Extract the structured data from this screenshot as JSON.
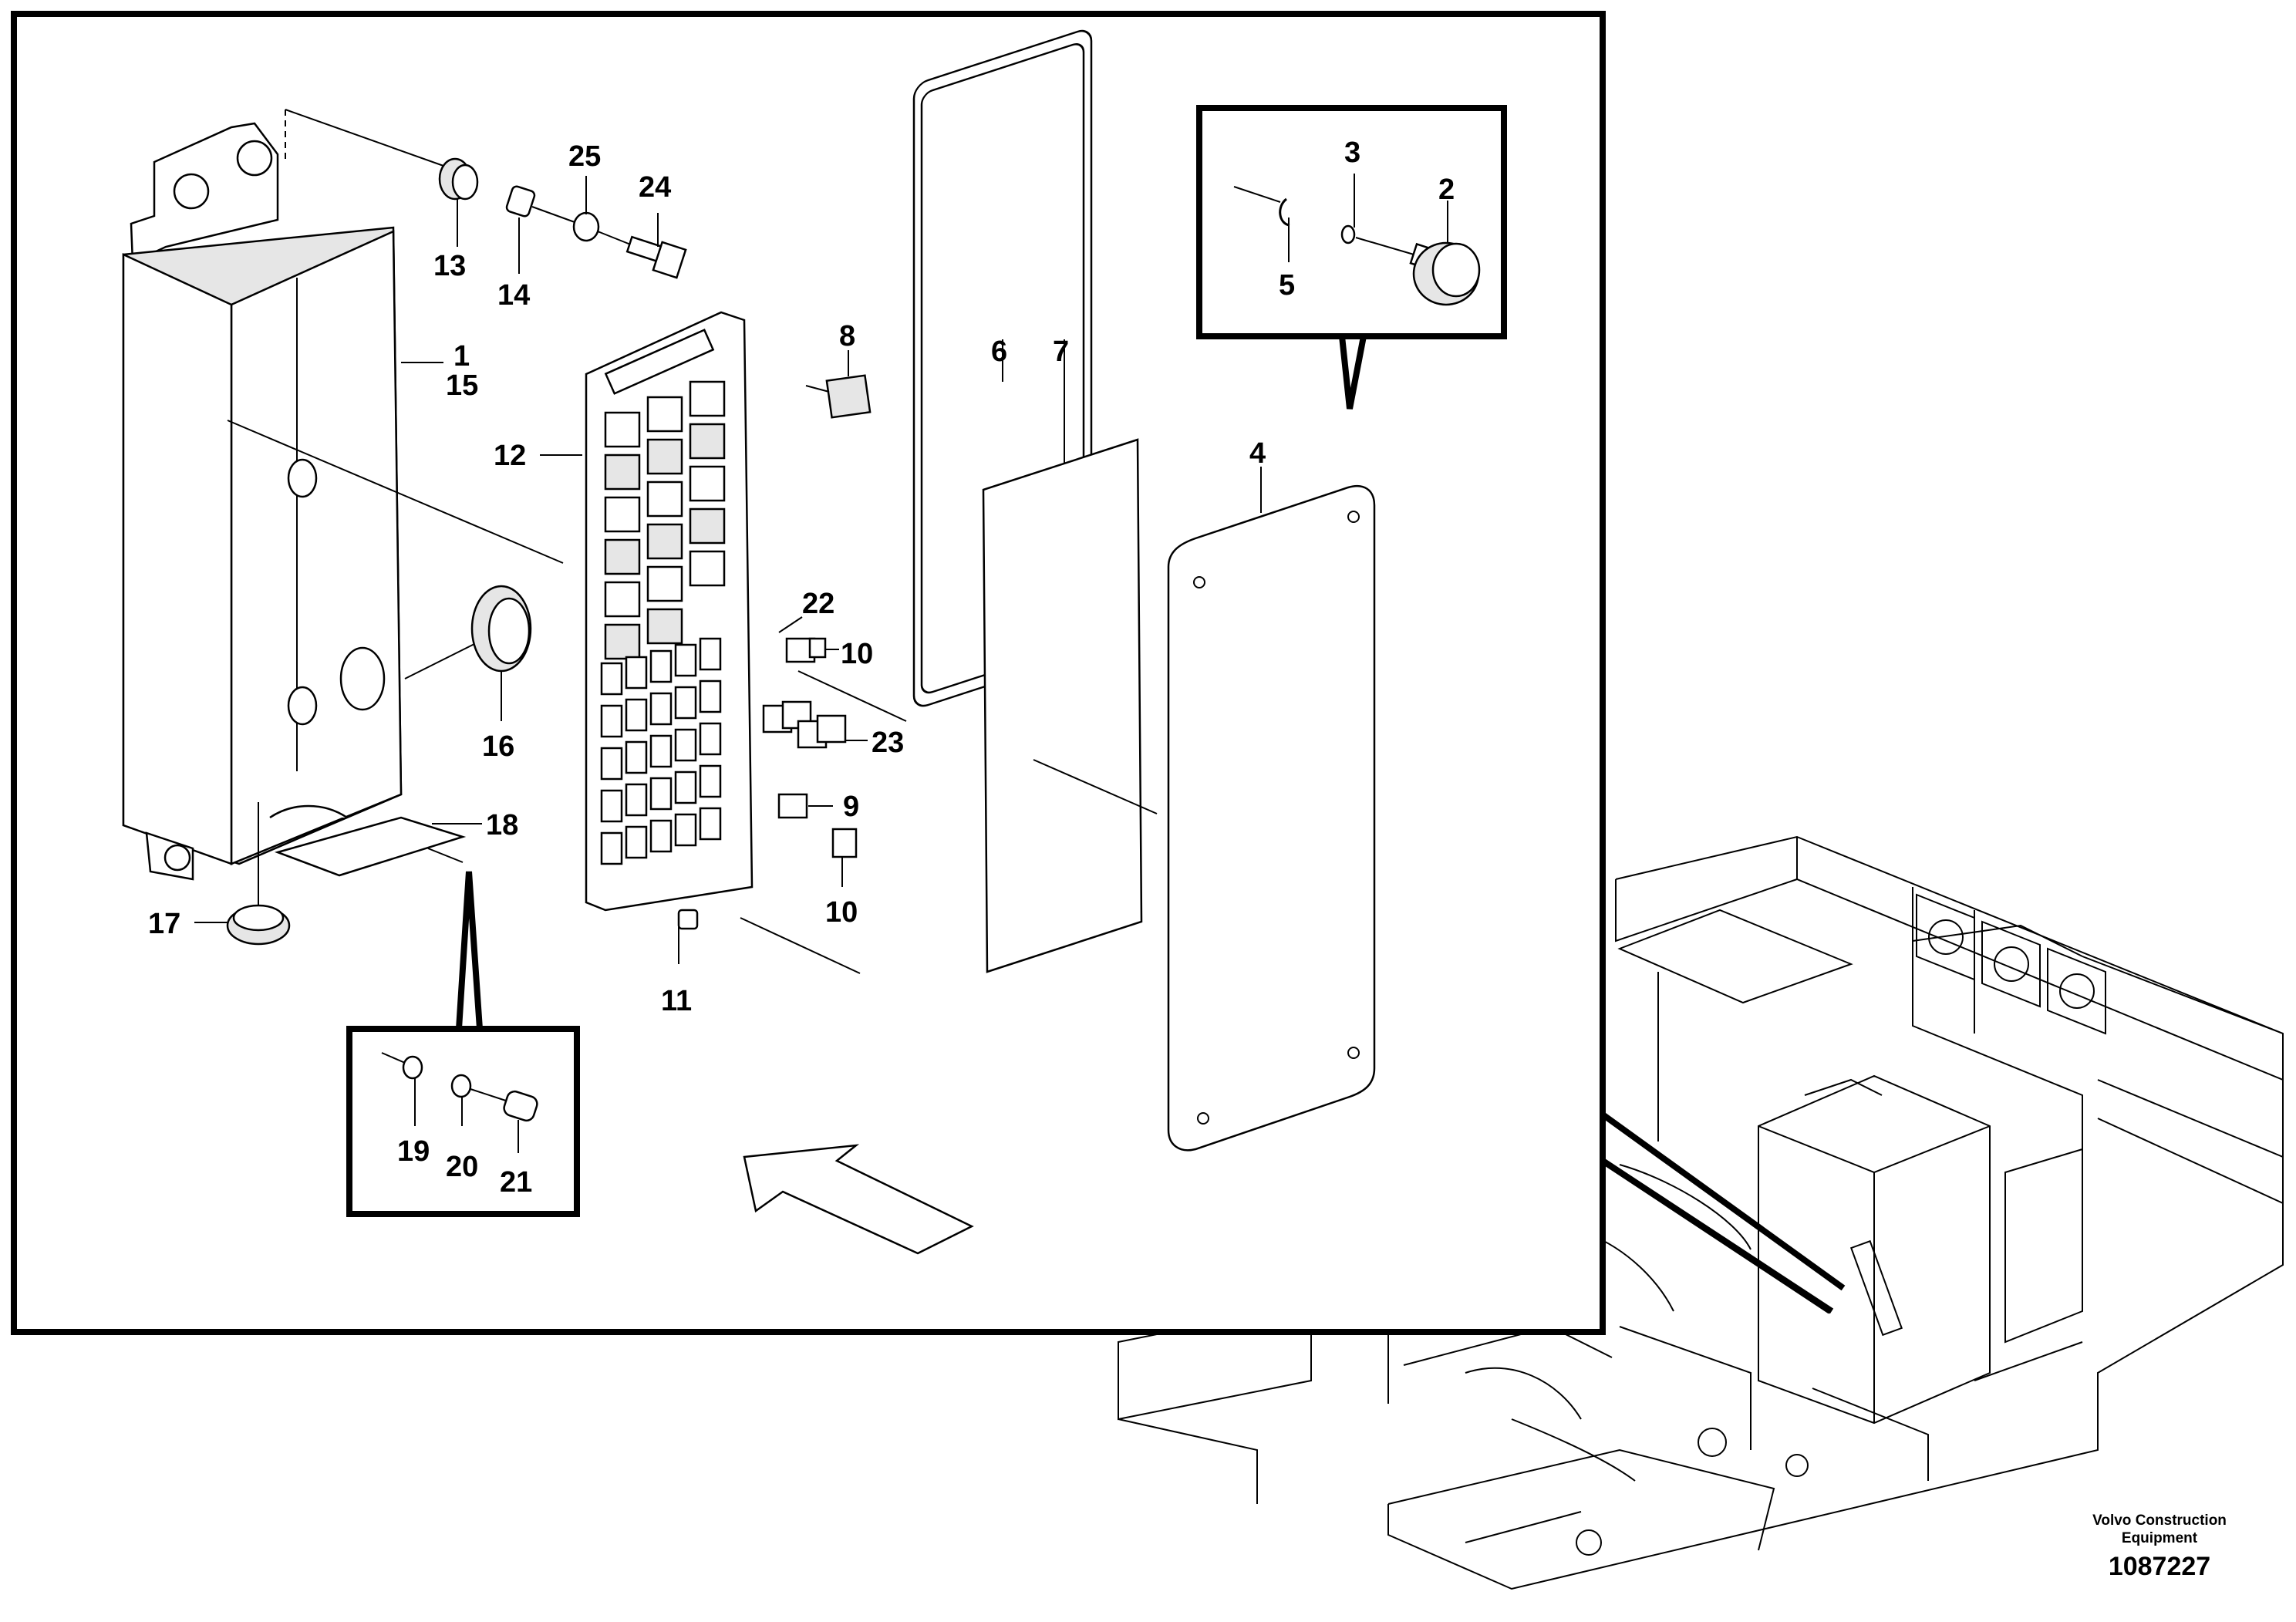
{
  "callouts": [
    {
      "id": "c1",
      "label": "1"
    },
    {
      "id": "c15",
      "label": "15"
    },
    {
      "id": "c2",
      "label": "2"
    },
    {
      "id": "c3",
      "label": "3"
    },
    {
      "id": "c4",
      "label": "4"
    },
    {
      "id": "c5",
      "label": "5"
    },
    {
      "id": "c6",
      "label": "6"
    },
    {
      "id": "c7",
      "label": "7"
    },
    {
      "id": "c8",
      "label": "8"
    },
    {
      "id": "c9",
      "label": "9"
    },
    {
      "id": "c10a",
      "label": "10"
    },
    {
      "id": "c10b",
      "label": "10"
    },
    {
      "id": "c11",
      "label": "11"
    },
    {
      "id": "c12",
      "label": "12"
    },
    {
      "id": "c13",
      "label": "13"
    },
    {
      "id": "c14",
      "label": "14"
    },
    {
      "id": "c16",
      "label": "16"
    },
    {
      "id": "c17",
      "label": "17"
    },
    {
      "id": "c18",
      "label": "18"
    },
    {
      "id": "c19",
      "label": "19"
    },
    {
      "id": "c20",
      "label": "20"
    },
    {
      "id": "c21",
      "label": "21"
    },
    {
      "id": "c22",
      "label": "22"
    },
    {
      "id": "c23",
      "label": "23"
    },
    {
      "id": "c24",
      "label": "24"
    },
    {
      "id": "c25",
      "label": "25"
    }
  ],
  "brand": {
    "line1": "Volvo Construction",
    "line2": "Equipment"
  },
  "document_number": "1087227"
}
